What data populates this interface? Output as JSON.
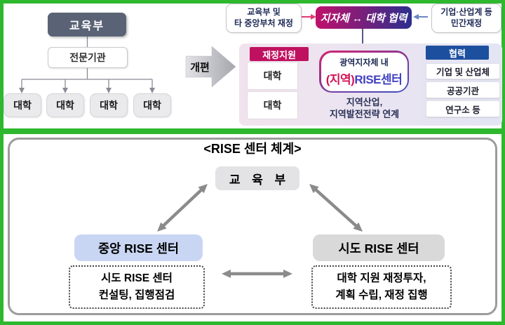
{
  "colors": {
    "frame_green": "#2eb82e",
    "ministry_slate": "#5a6376",
    "magenta": "#c0116b",
    "navy": "#2b2f8e",
    "coop_blue": "#1d4f9f",
    "central_center_blue": "#c9d6f3",
    "sido_center_gray": "#d9d9d9"
  },
  "top": {
    "left": {
      "ministry": "교육부",
      "agency": "전문기관",
      "universities": [
        "대학",
        "대학",
        "대학",
        "대학"
      ],
      "reform_label": "개편"
    },
    "right": {
      "gov_funding": "교육부 및\n타 중앙부처 재정",
      "coop_title": "지자체 ↔ 대학 협력",
      "private_funding": "기업·산업계 등\n민간재정",
      "funding_badge": "재정지원",
      "funded_universities": [
        "대학",
        "대학"
      ],
      "center_line1": "광역지자체 내",
      "center_region": "(지역)",
      "center_rise": "RISE센터",
      "center_caption": "지역산업,\n지역발전전략 연계",
      "coop_badge": "협력",
      "partners": [
        "기업 및 산업체",
        "공공기관",
        "연구소 등"
      ]
    }
  },
  "bottom": {
    "title": "<RISE 센터 체계>",
    "ministry": "교 육 부",
    "central_center": "중앙 RISE 센터",
    "sido_center": "시도 RISE 센터",
    "central_role": "시도 RISE 센터\n컨설팅, 집행점검",
    "sido_role": "대학 지원 재정투자,\n계획 수립, 재정 집행"
  }
}
